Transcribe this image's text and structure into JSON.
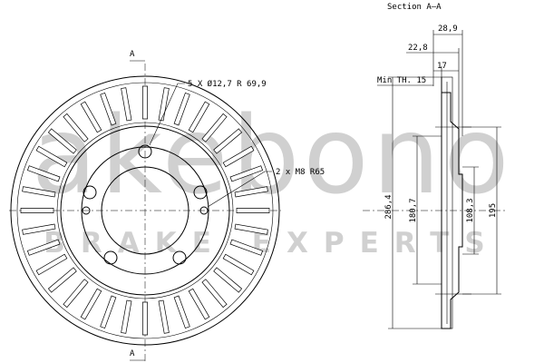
{
  "watermark": {
    "brand": "akebono",
    "tagline": "BRAKE EXPERTS"
  },
  "front_view": {
    "section_marker_top": "A",
    "section_marker_bottom": "A",
    "bolt_callout": "5 X Ø12,7 R 69,9",
    "thread_callout": "2 x M8 R65",
    "vent_count": 36
  },
  "section_view": {
    "title": "Section A–A",
    "dims": {
      "total_width": "28,9",
      "width_22": "22,8",
      "width_17": "17",
      "min_thickness": "Min TH. 15",
      "outer_diameter": "286,4",
      "inner_180": "180,7",
      "hub_108": "108,3",
      "height_195": "195"
    }
  }
}
